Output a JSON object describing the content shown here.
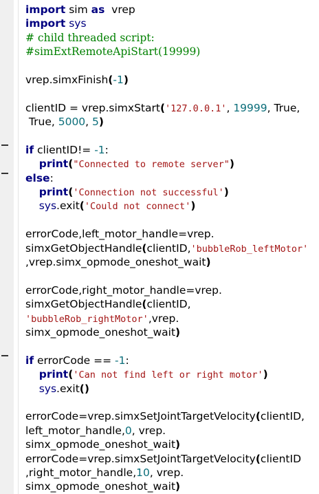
{
  "editor": {
    "code_lines": [
      "import sim as  vrep",
      "import sys",
      "# child threaded script:",
      "#simExtRemoteApiStart(19999)",
      "",
      "vrep.simxFinish(-1)",
      "",
      "clientID = vrep.simxStart('127.0.0.1', 19999, True,",
      " True, 5000, 5)",
      "",
      "if clientID!= -1:",
      "    print(\"Connected to remote server\")",
      "else:",
      "    print('Connection not successful')",
      "    sys.exit('Could not connect')",
      "",
      "errorCode,left_motor_handle=vrep.",
      "simxGetObjectHandle(clientID,'bubbleRob_leftMotor'",
      ",vrep.simx_opmode_oneshot_wait)",
      "",
      "errorCode,right_motor_handle=vrep.",
      "simxGetObjectHandle(clientID,",
      "'bubbleRob_rightMotor',vrep.",
      "simx_opmode_oneshot_wait)",
      "",
      "if errorCode == -1:",
      "    print('Can not find left or right motor')",
      "    sys.exit()",
      "",
      "errorCode=vrep.simxSetJointTargetVelocity(clientID,",
      "left_motor_handle,0, vrep.",
      "simx_opmode_oneshot_wait)",
      "errorCode=vrep.simxSetJointTargetVelocity(clientID",
      ",right_motor_handle,10, vrep.",
      "simx_opmode_oneshot_wait)"
    ]
  }
}
